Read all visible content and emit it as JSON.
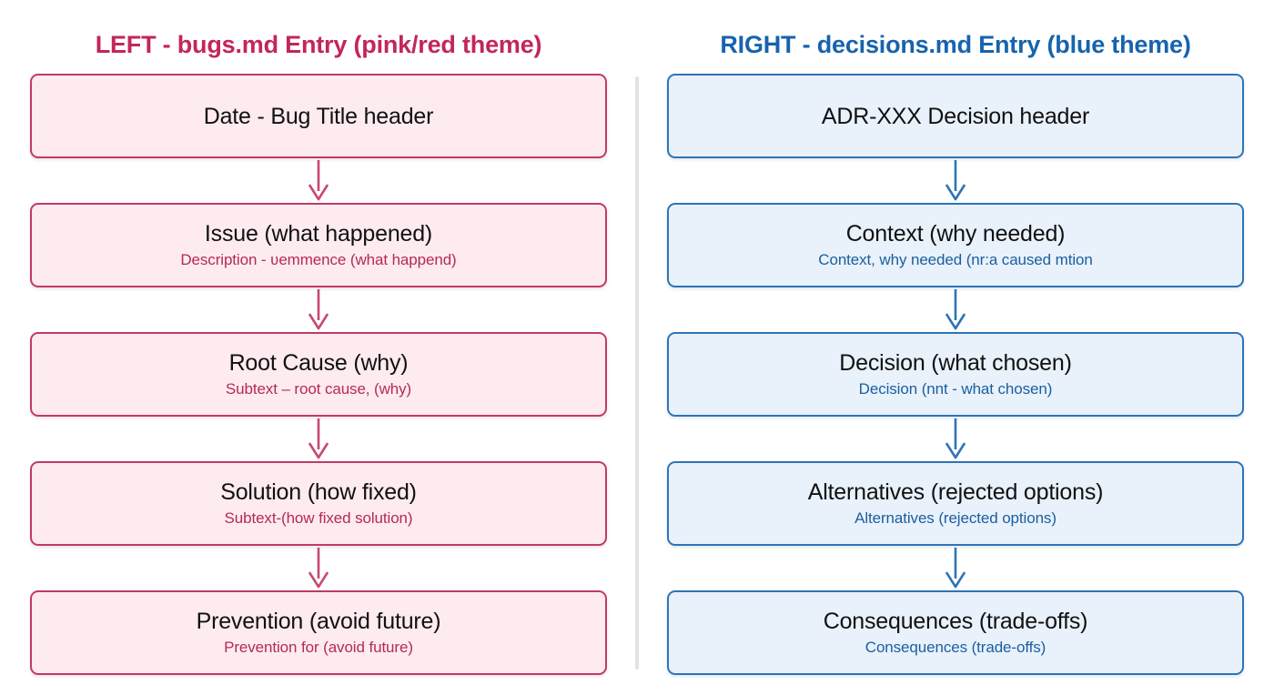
{
  "theme": {
    "left_accent": "#c2265c",
    "left_border": "#c03b63",
    "left_fill": "#fdebef",
    "left_subtext": "#b52a57",
    "right_accent": "#1763ad",
    "right_border": "#2e74b5",
    "right_fill": "#e9f1fb",
    "right_subtext": "#1a5f9e",
    "divider": "#e3e3e3",
    "node_title": "#111111"
  },
  "left": {
    "title": "LEFT - bugs.md Entry (pink/red theme)",
    "nodes": [
      {
        "title": "Date - Bug Title header",
        "sub": ""
      },
      {
        "title": "Issue (what happened)",
        "sub": "Description - ʋemmence (what happend)"
      },
      {
        "title": "Root Cause (why)",
        "sub": "Subtext – root cause, (why)"
      },
      {
        "title": "Solution (how fixed)",
        "sub": "Subtext-(how fixed solution)"
      },
      {
        "title": "Prevention (avoid future)",
        "sub": "Prevention for (avoid future)"
      }
    ]
  },
  "right": {
    "title": "RIGHT - decisions.md Entry (blue theme)",
    "nodes": [
      {
        "title": "ADR-XXX Decision header",
        "sub": ""
      },
      {
        "title": "Context (why needed)",
        "sub": "Context, why needed (nr:a caused mtion"
      },
      {
        "title": "Decision (what chosen)",
        "sub": "Decision (nnt - what chosen)"
      },
      {
        "title": "Alternatives (rejected options)",
        "sub": "Alternatives (rejected options)"
      },
      {
        "title": "Consequences (trade-offs)",
        "sub": "Consequences (trade-offs)"
      }
    ]
  }
}
